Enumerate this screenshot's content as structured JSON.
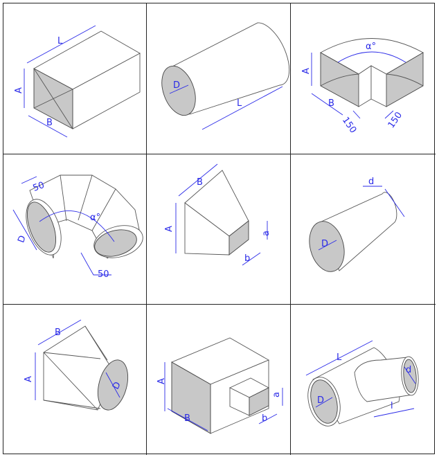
{
  "colors": {
    "dimension": "#2a2ae8",
    "face": "#c8c8c8",
    "outline": "#555555"
  },
  "cells": [
    {
      "name": "rectangular-duct",
      "labels": {
        "L": "L",
        "A": "A",
        "B": "B"
      }
    },
    {
      "name": "round-duct",
      "labels": {
        "D": "D",
        "L": "L"
      }
    },
    {
      "name": "rectangular-elbow",
      "labels": {
        "alpha": "α°",
        "A": "A",
        "B": "B",
        "s1": "150",
        "s2": "150"
      }
    },
    {
      "name": "round-elbow",
      "labels": {
        "top": "50",
        "D": "D",
        "alpha": "α°",
        "bottom": "50"
      }
    },
    {
      "name": "rectangular-reducer",
      "labels": {
        "B": "B",
        "A": "A",
        "a": "a",
        "b": "b"
      }
    },
    {
      "name": "round-reducer",
      "labels": {
        "d": "d",
        "D": "D"
      }
    },
    {
      "name": "rect-to-round-transition",
      "labels": {
        "B": "B",
        "A": "A",
        "D": "D"
      }
    },
    {
      "name": "rectangular-tee",
      "labels": {
        "A": "A",
        "B": "B",
        "a": "a",
        "b": "b"
      }
    },
    {
      "name": "round-tee",
      "labels": {
        "L": "L",
        "d": "d",
        "D": "D",
        "l": "l"
      }
    }
  ]
}
